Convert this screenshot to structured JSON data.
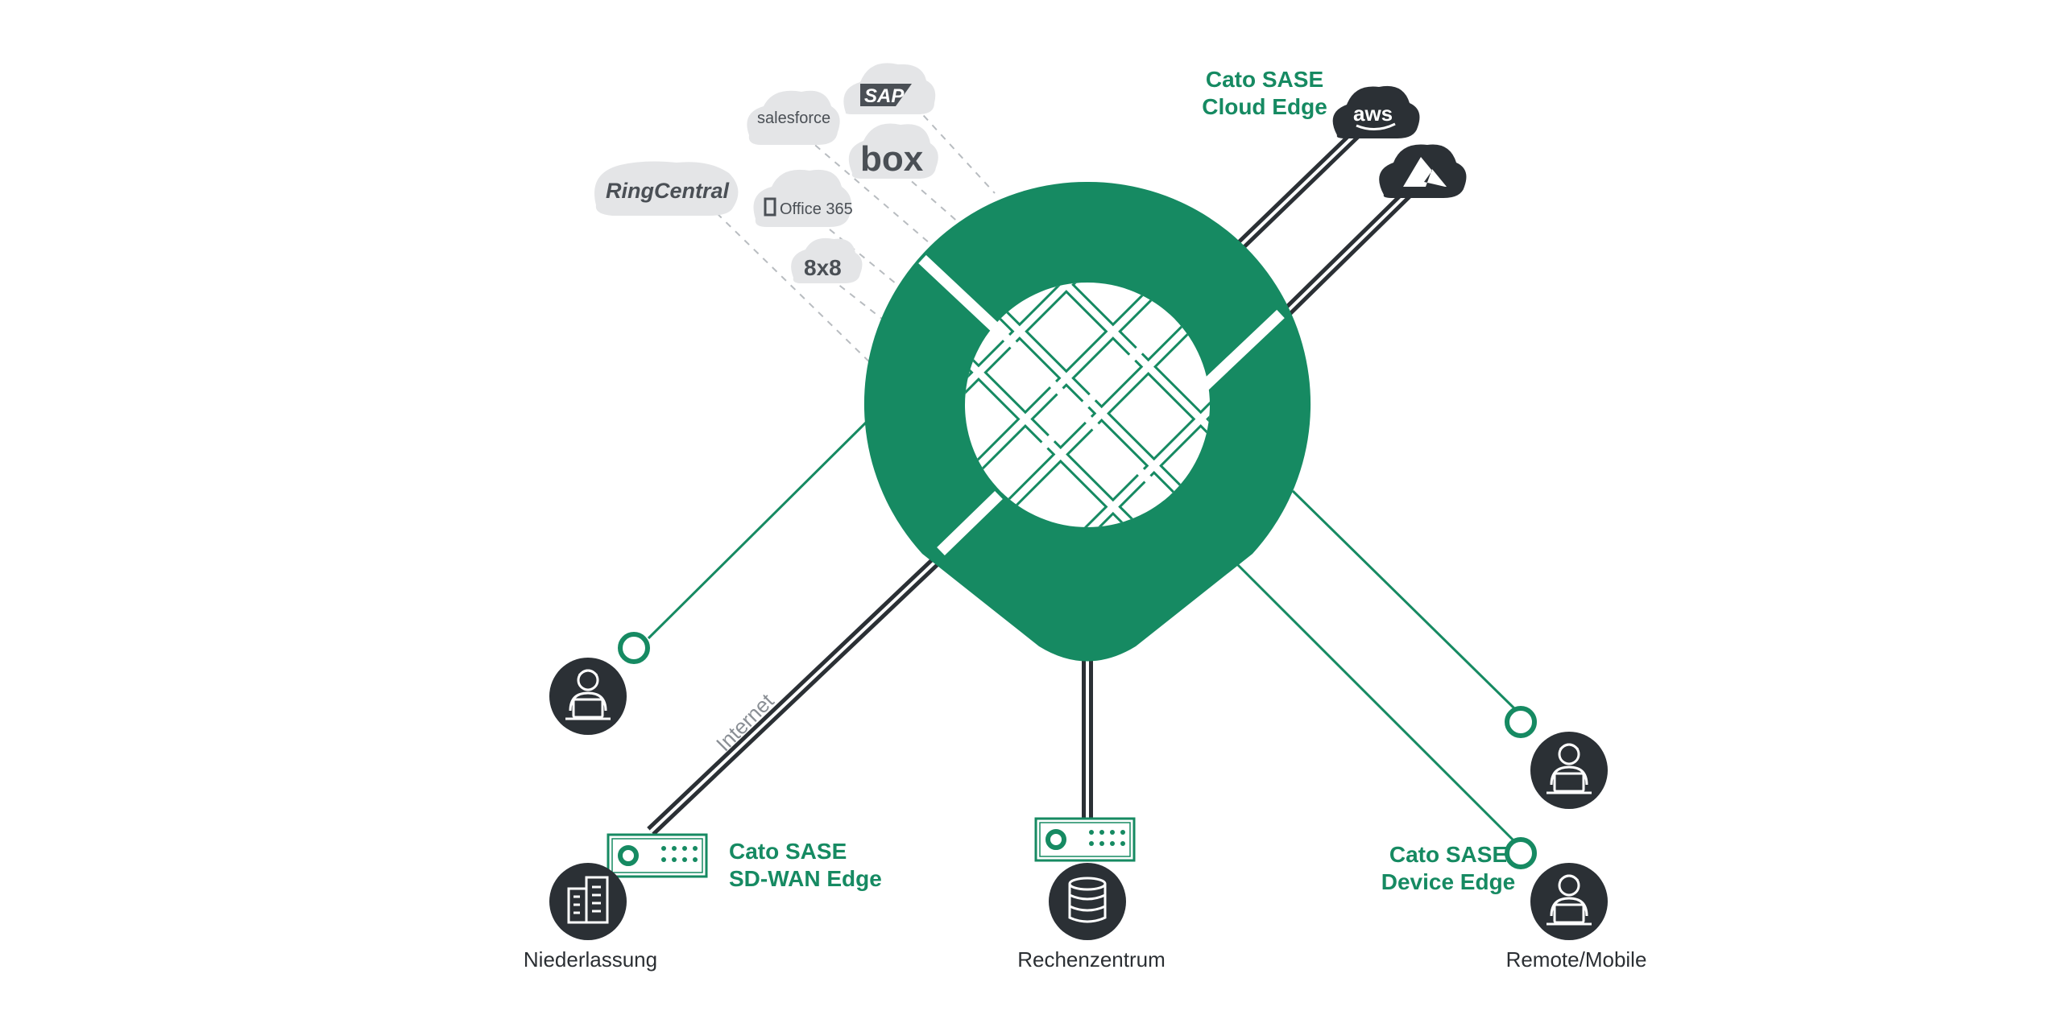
{
  "diagram": {
    "colors": {
      "green": "#168a62",
      "dark": "#2b3035",
      "cloud_gray": "#e4e5e7",
      "line_gray": "#b8bcc0",
      "white": "#ffffff"
    },
    "cloud_edge": {
      "line1": "Cato SASE",
      "line2": "Cloud Edge"
    },
    "sdwan_edge": {
      "line1": "Cato SASE",
      "line2": "SD-WAN Edge"
    },
    "device_edge": {
      "line1": "Cato SASE",
      "line2": "Device Edge"
    },
    "internet_label": "Internet",
    "sites": {
      "branch": "Niederlassung",
      "datacenter": "Rechenzentrum",
      "remote": "Remote/Mobile"
    },
    "saas": {
      "sap": "SAP",
      "salesforce": "salesforce",
      "box": "box",
      "ringcentral": "RingCentral",
      "office365": "Office 365",
      "eightxeight": "8x8"
    },
    "cloud_providers": {
      "aws": "aws",
      "azure": "azure-icon"
    }
  }
}
